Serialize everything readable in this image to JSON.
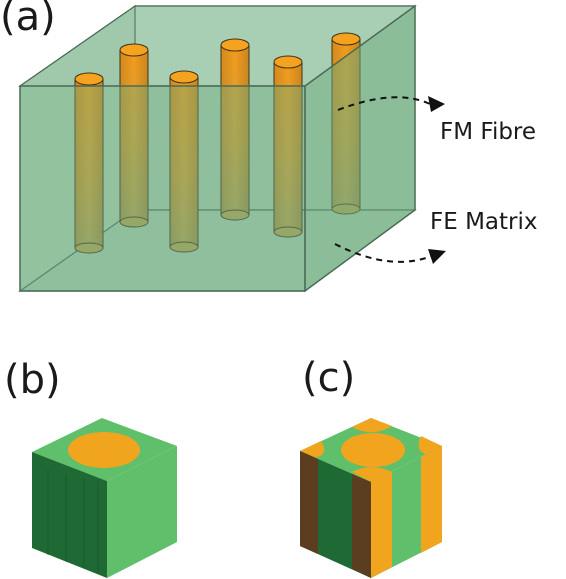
{
  "panels": {
    "a": {
      "label": "(a)"
    },
    "b": {
      "label": "(b)"
    },
    "c": {
      "label": "(c)"
    }
  },
  "annotations": {
    "fibre": "FM Fibre",
    "matrix": "FE Matrix"
  },
  "colors": {
    "matrix_fill": "#a6ccb0",
    "matrix_edge": "#4a6a56",
    "fibre_orange": "#f5a21f",
    "fibre_body": "#cf9a3a",
    "cube_light_green": "#5fbf6b",
    "cube_dark_green": "#1f6a34",
    "cube_orange": "#f1a51e",
    "cube_brown": "#5a3e1f"
  }
}
